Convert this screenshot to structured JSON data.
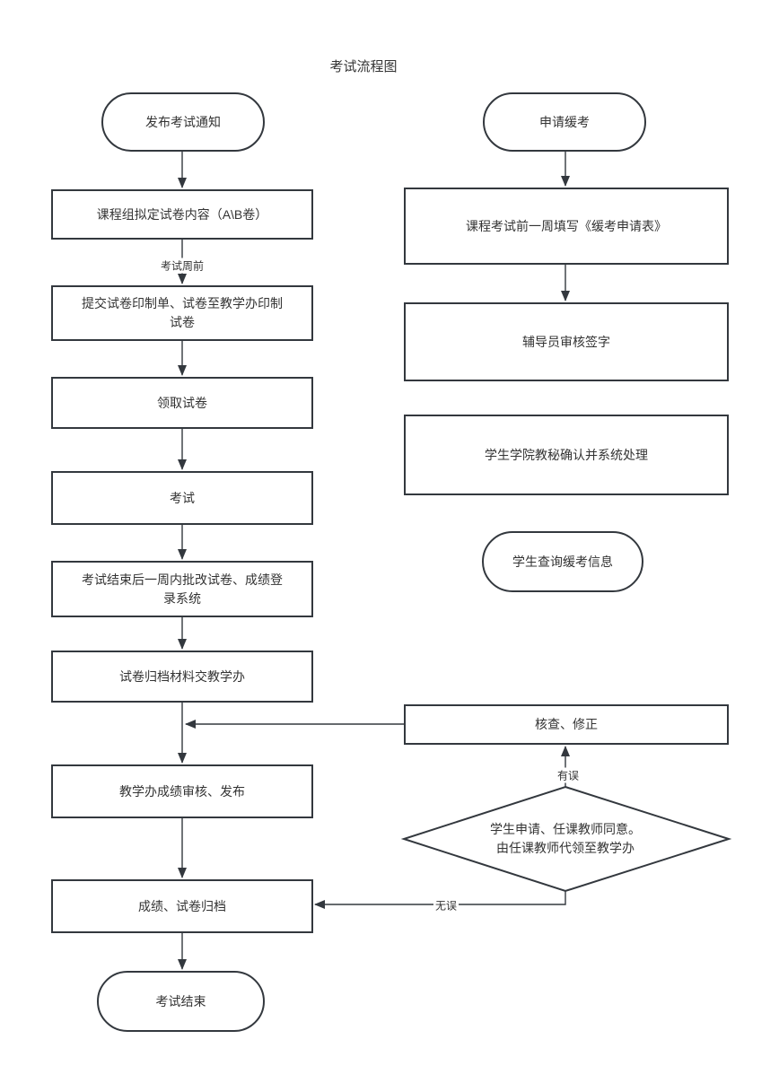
{
  "title": "考试流程图",
  "left_flow": {
    "start": "发布考试通知",
    "draft_paper": "课程组拟定试卷内容（A\\B卷）",
    "submit_print": "提交试卷印制单、试卷至教学办印制试卷",
    "collect_paper": "领取试卷",
    "exam": "考试",
    "grade_register": "考试结束后一周内批改试卷、成绩登录系统",
    "archive_materials": "试卷归档材料交教学办",
    "review_publish": "教学办成绩审核、发布",
    "final_archive": "成绩、试卷归档",
    "end": "考试结束"
  },
  "right_flow": {
    "start": "申请缓考",
    "fill_form": "课程考试前一周填写《缓考申请表》",
    "counselor_sign": "辅导员审核签字",
    "secretary_confirm": "学生学院教秘确认并系统处理",
    "query_info": "学生查询缓考信息",
    "check_correct": "核查、修正",
    "decision": "学生申请、任课教师同意。由任课教师代领至教学办"
  },
  "edge_labels": {
    "before_exam_week": "考试周前",
    "has_error": "有误",
    "no_error": "无误"
  },
  "colors": {
    "stroke": "#33383e",
    "text": "#333333",
    "background": "#ffffff"
  }
}
